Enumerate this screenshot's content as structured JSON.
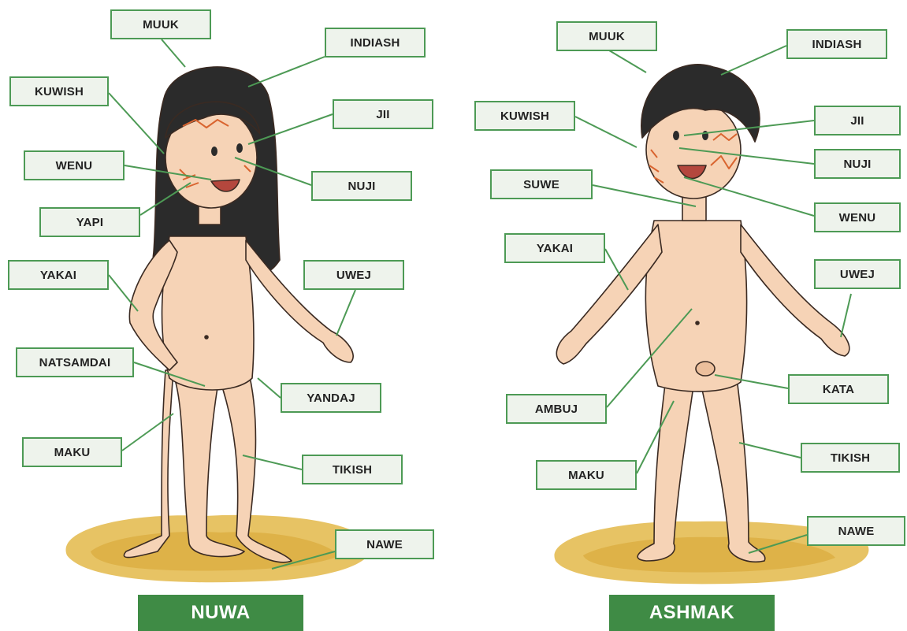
{
  "colors": {
    "label_border": "#4d9a55",
    "label_fill": "#eef3ec",
    "title_fill": "#3f8b45",
    "skin": "#f6d3b6",
    "hair": "#2b2b2b",
    "paint": "#d9642f",
    "ground": "#e3b949"
  },
  "girl": {
    "title": "NUWA",
    "labels": {
      "muuk": "MUUK",
      "indiash": "INDIASH",
      "kuwish": "KUWISH",
      "jii": "JII",
      "wenu": "WENU",
      "nuji": "NUJI",
      "yapi": "YAPI",
      "yakai": "YAKAI",
      "uwej": "UWEJ",
      "natsamdai": "NATSAMDAI",
      "yandaj": "YANDAJ",
      "maku": "MAKU",
      "tikish": "TIKISH",
      "nawe": "NAWE"
    }
  },
  "boy": {
    "title": "ASHMAK",
    "labels": {
      "muuk": "MUUK",
      "indiash": "INDIASH",
      "kuwish": "KUWISH",
      "jii": "JII",
      "nuji": "NUJI",
      "suwe": "SUWE",
      "wenu": "WENU",
      "yakai": "YAKAI",
      "uwej": "UWEJ",
      "ambuj": "AMBUJ",
      "kata": "KATA",
      "tikish": "TIKISH",
      "maku": "MAKU",
      "nawe": "NAWE"
    }
  }
}
